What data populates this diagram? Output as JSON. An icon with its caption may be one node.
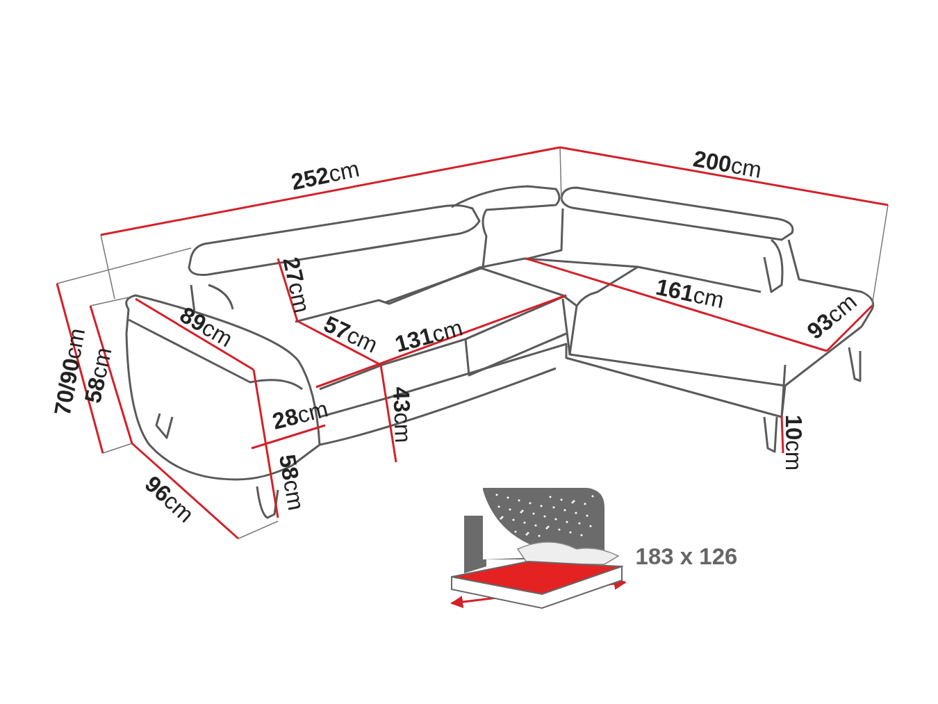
{
  "diagram": {
    "labels": [
      "**252**cm",
      "**200**cm",
      "**27**cm",
      "**89**cm",
      "**57**cm",
      "**131**cm",
      "**161**cm",
      "**93**cm",
      "**70/90**cm",
      "**58**cm",
      "**28**cm",
      "**43**cm",
      "**10**cm",
      "**58**cm",
      "**96**cm",
      "183 x 126"
    ]
  }
}
